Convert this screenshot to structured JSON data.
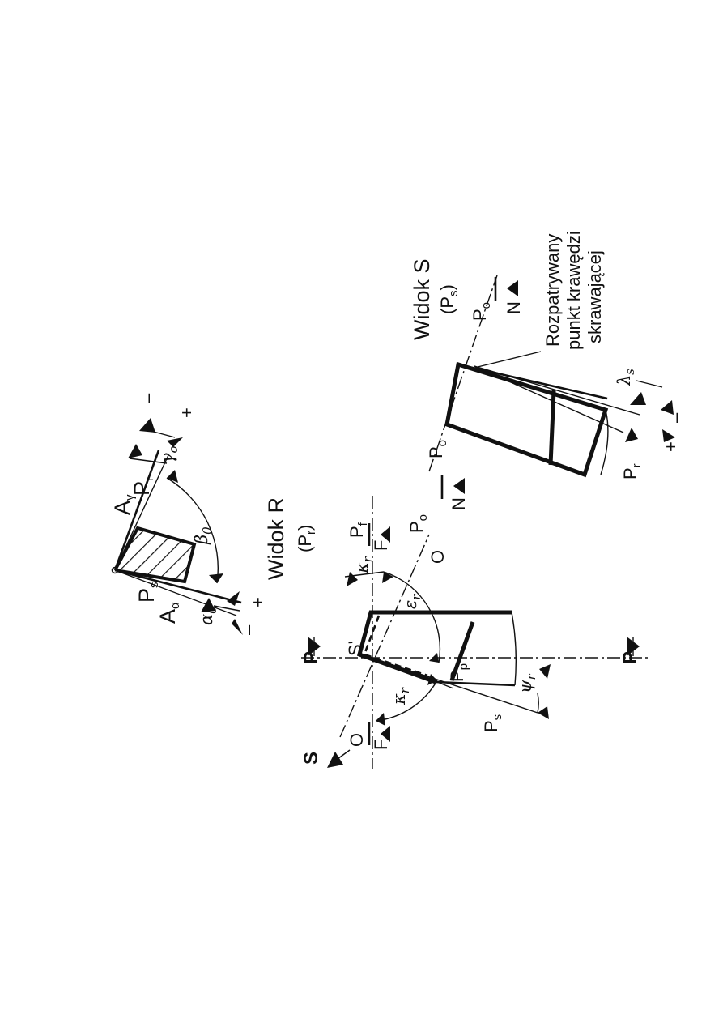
{
  "widok_r": {
    "title": "Widok R",
    "plane": "(P",
    "plane_sub": "r",
    "plane_close": ")"
  },
  "widok_s": {
    "title": "Widok S",
    "plane": "(P",
    "plane_sub": "s",
    "plane_close": ")",
    "note_line1": "Rozpatrywany",
    "note_line2": "punkt krawędzi",
    "note_line3": "skrawającej"
  },
  "section_labels": {
    "A_gamma": "A",
    "A_gamma_sub": "γ",
    "A_alpha": "A",
    "A_alpha_sub": "α",
    "Pr": "P",
    "Pr_sub": "r",
    "Ps": "P",
    "Ps_sub": "s",
    "gamma_o": "γ",
    "gamma_o_sub": "o",
    "beta_o": "β",
    "beta_o_sub": "0",
    "alpha_o": "α",
    "alpha_o_sub": "0",
    "plus_top": "+",
    "minus_top": "–",
    "plus_bottom": "+",
    "minus_bottom": "–"
  },
  "view_r_labels": {
    "S": "S",
    "S_prime": "S'",
    "P_top": "P",
    "P_bottom": "P",
    "O_left": "O",
    "O_right": "O",
    "F_left": "F",
    "F_right": "F",
    "Pf": "P",
    "Pf_sub": "f",
    "Po": "P",
    "Po_sub": "o",
    "Pp": "P",
    "Pp_sub": "p",
    "Ps": "P",
    "Ps_sub": "s",
    "kappa_r": "κ",
    "kappa_r_sub": "r",
    "kappa_r2": "κ",
    "kappa_r2_sub": "r",
    "eps_r": "ε",
    "eps_r_sub": "r",
    "psi_r": "ψ",
    "psi_r_sub": "r"
  },
  "view_s_labels": {
    "Po_left": "P",
    "Po_left_sub": "o",
    "Po_right": "P",
    "Po_right_sub": "o",
    "N_left": "N",
    "N_right": "N",
    "Pr": "P",
    "Pr_sub": "r",
    "lambda_s": "λ",
    "lambda_s_sub": "s",
    "plus": "+",
    "minus": "–"
  }
}
